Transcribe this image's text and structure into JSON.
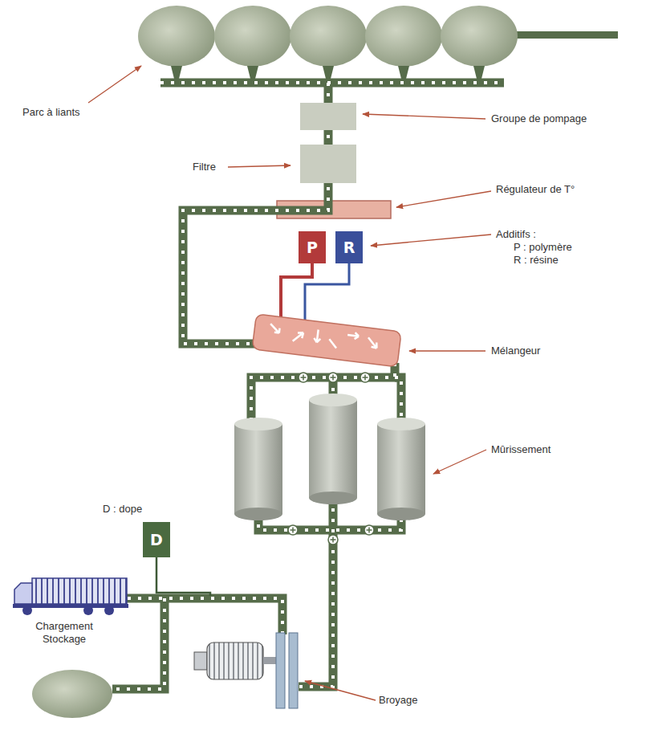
{
  "diagram": {
    "nodes": [
      {
        "text": [
          "P"
        ]
      },
      {
        "text": [
          "R"
        ]
      },
      {
        "text": [
          "D"
        ]
      }
    ],
    "labels": [
      "Parc à liants",
      "Groupe de pompage",
      "Filtre",
      "Régulateur de T°",
      "Additifs :",
      "P : polymère",
      "R : résine",
      "Mélangeur",
      "Mûrissement",
      "D : dope",
      "Chargement Stockage",
      "Broyage"
    ]
  }
}
